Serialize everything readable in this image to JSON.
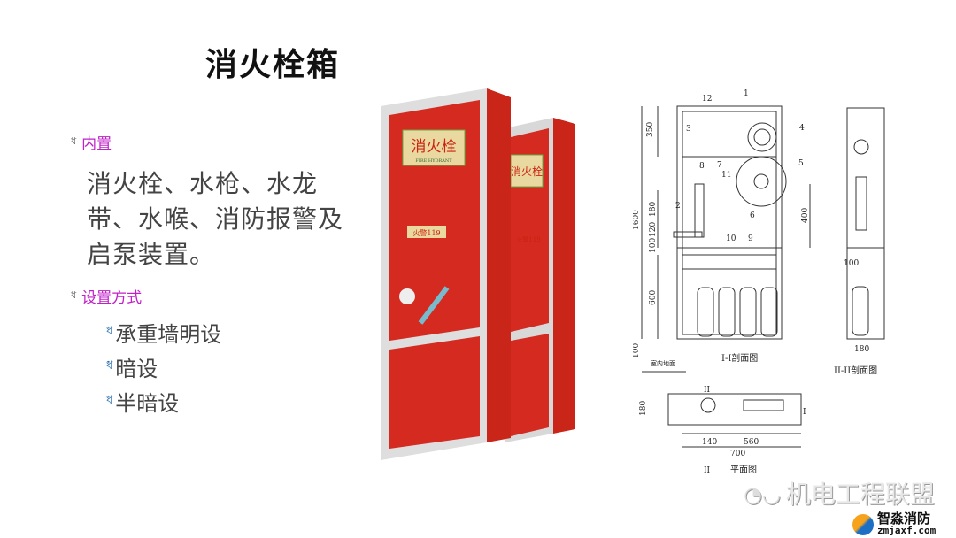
{
  "slide": {
    "title": "消火栓箱",
    "sections": [
      {
        "heading": "内置",
        "body": "消火栓、水枪、水龙带、水喉、消防报警及启泵装置。"
      },
      {
        "heading": "设置方式",
        "items": [
          "承重墙明设",
          "暗设",
          "半暗设"
        ]
      }
    ]
  },
  "photo": {
    "cabinet_label": "消火栓",
    "cabinet_sublabel": "FIRE HYDRANT",
    "cabinet_tag": "火警119",
    "colors": {
      "cabinet_red": "#d42a20",
      "frame": "#d8d8d8"
    }
  },
  "drawing": {
    "section_1_title": "I-I剖面图",
    "section_2_title": "II-II剖面图",
    "plan_title": "平面图",
    "floor_label": "室内地面",
    "part_numbers": [
      "1",
      "2",
      "3",
      "4",
      "5",
      "6",
      "7",
      "8",
      "9",
      "10",
      "11",
      "12"
    ],
    "dims": {
      "d350": "350",
      "d1600": "1600",
      "d180": "180",
      "d120": "120",
      "d100": "100",
      "d600": "600",
      "d400": "400",
      "d100b": "100",
      "d100c": "100",
      "d180b": "180",
      "d180c": "180",
      "d140": "140",
      "d560": "560",
      "d700": "700"
    },
    "section_marks": {
      "ii": "II",
      "i": "I"
    }
  },
  "watermark": {
    "text": "机电工程联盟",
    "icon": "wechat-icon"
  },
  "logo": {
    "name": "智淼消防",
    "url": "zmjaxf.com"
  }
}
